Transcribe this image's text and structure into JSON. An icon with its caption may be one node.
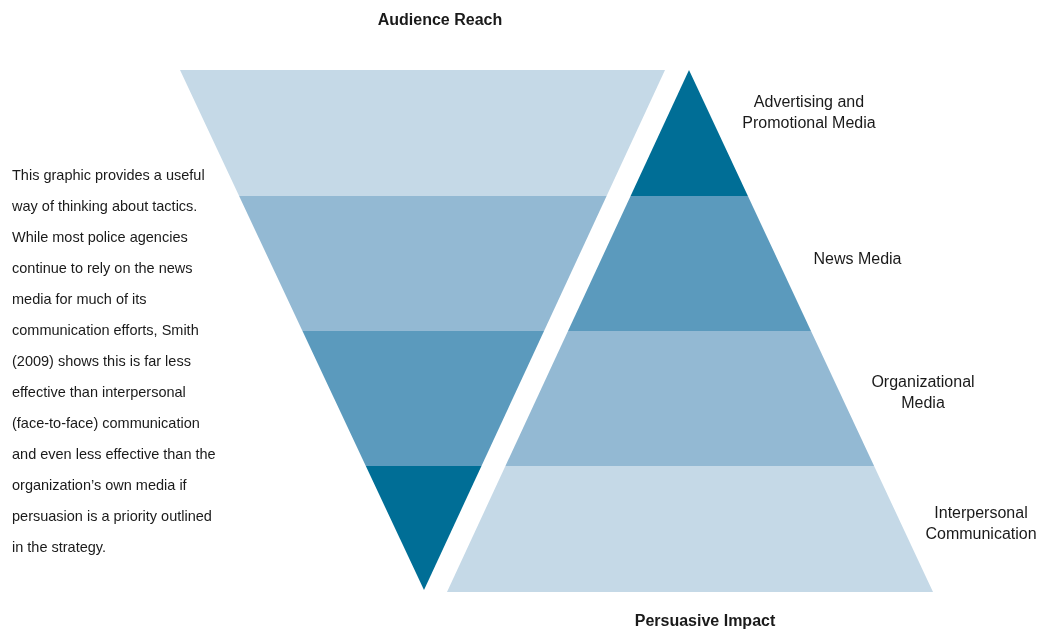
{
  "diagram": {
    "nodes": [
      {
        "text": [],
        "shape": "band"
      },
      {
        "text": [],
        "shape": "band"
      },
      {
        "text": [],
        "shape": "band"
      },
      {
        "text": [],
        "shape": "band"
      },
      {
        "text": [],
        "shape": "band",
        "beside": [
          "Advertising and Promotional Media"
        ]
      },
      {
        "text": [],
        "shape": "band",
        "beside": [
          "News Media"
        ]
      },
      {
        "text": [],
        "shape": "band",
        "beside": [
          "Organizational Media"
        ]
      },
      {
        "text": [],
        "shape": "band",
        "beside": [
          "Interpersonal Communication"
        ]
      }
    ],
    "labels": [
      "Audience Reach",
      "This graphic provides a useful way of thinking about tactics. While most police agencies continue to rely on the news media for much of its communication efforts, Smith (2009) shows this is far less effective than interpersonal (face-to-face) communication and even less effective than the organization’s own media if persuasion is a priority outlined in the strategy.",
      "Persuasive Impact"
    ]
  }
}
